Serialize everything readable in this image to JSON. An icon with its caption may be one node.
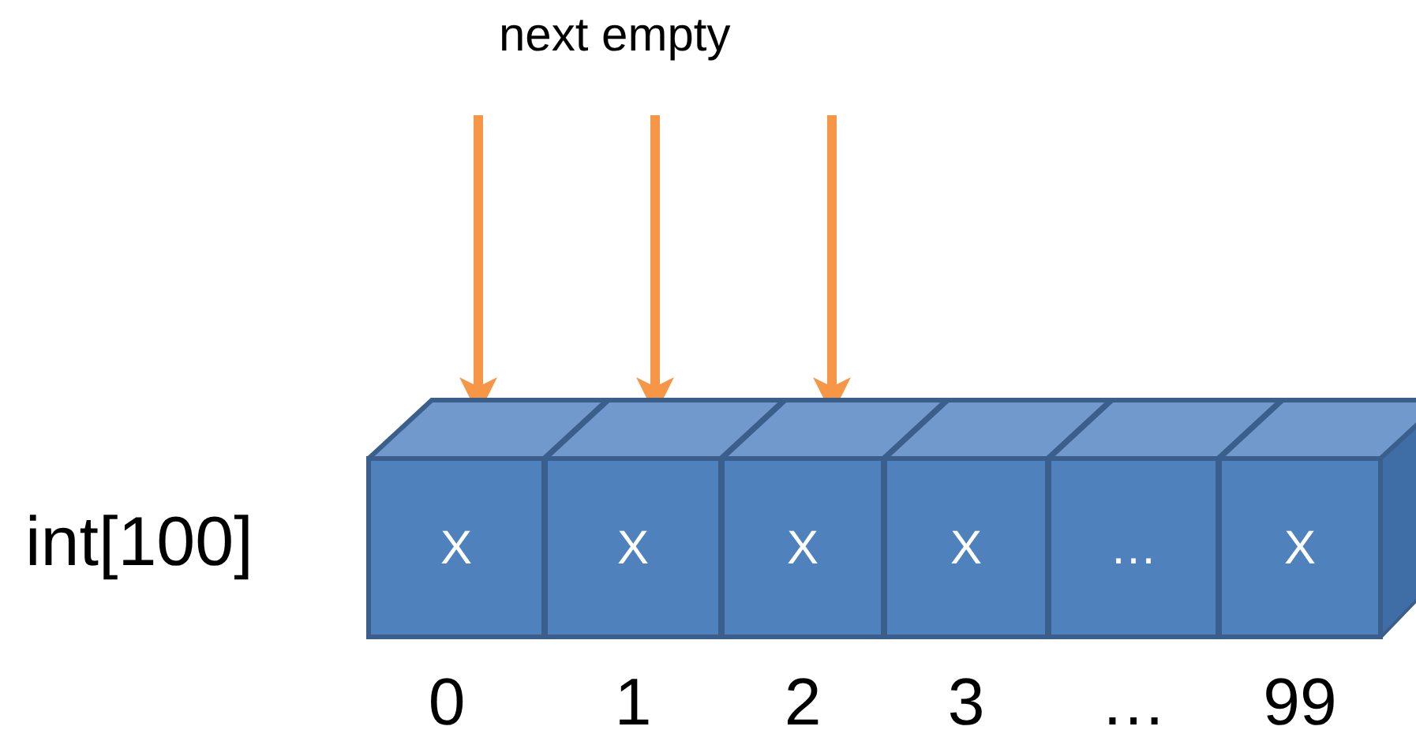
{
  "diagram": {
    "nodes": [
      {
        "text": [
          "X"
        ]
      },
      {
        "text": [
          "X"
        ]
      },
      {
        "text": [
          "X"
        ]
      },
      {
        "text": [
          "X"
        ]
      },
      {
        "text": [
          "…"
        ]
      },
      {
        "text": [
          "X"
        ]
      }
    ],
    "edges": [
      {
        "from": null,
        "to": 0,
        "arrow": "to"
      },
      {
        "from": null,
        "to": 1,
        "arrow": "to"
      },
      {
        "from": null,
        "to": 2,
        "arrow": "to"
      }
    ],
    "labels": [
      "next empty",
      "int[100]",
      "0",
      "1",
      "2",
      "3",
      "…",
      "99"
    ]
  }
}
